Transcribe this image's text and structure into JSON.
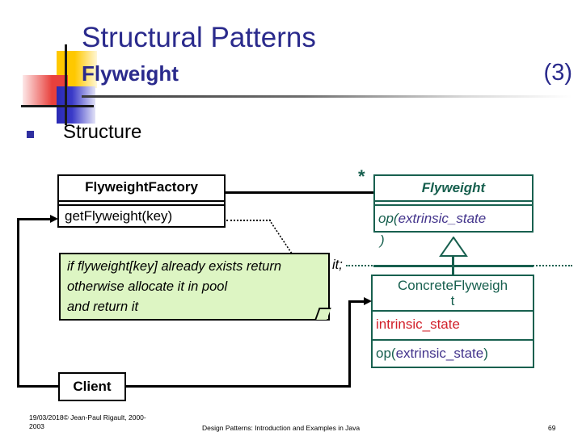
{
  "slide": {
    "title": "Structural Patterns",
    "subtitle": "Flyweight",
    "number_label": "(3)",
    "bullet": "Structure"
  },
  "diagram": {
    "factory_box": {
      "title": "FlyweightFactory",
      "operation": "getFlyweight(key)"
    },
    "flyweight_box": {
      "title": "Flyweight",
      "op_prefix": "op(",
      "op_param": "extrinsic_state",
      "op_suffix": ")"
    },
    "concrete_box": {
      "title_line1": "ConcreteFlyweigh",
      "title_line2": "t",
      "attribute": "intrinsic_state",
      "op_prefix": "op(",
      "op_param": "extrinsic_state",
      "op_suffix": ")"
    },
    "client_box": {
      "title": "Client"
    },
    "note": {
      "line1a": "if flyweight[key] already exists return",
      "line1b": "it;",
      "line2": "otherwise allocate it in pool",
      "line3": "and return it"
    },
    "multiplicity": "*"
  },
  "footer": {
    "left_line1": "19/03/2018© Jean-Paul Rigault, 2000-",
    "left_line2": "2003",
    "center": "Design Patterns: Introduction and Examples in Java",
    "page": "69"
  },
  "colors": {
    "title_blue": "#2a2a8c",
    "uml_green": "#18604f",
    "param_purple": "#43348c",
    "attr_red": "#d2202a",
    "note_bg": "#ddf5c3"
  }
}
